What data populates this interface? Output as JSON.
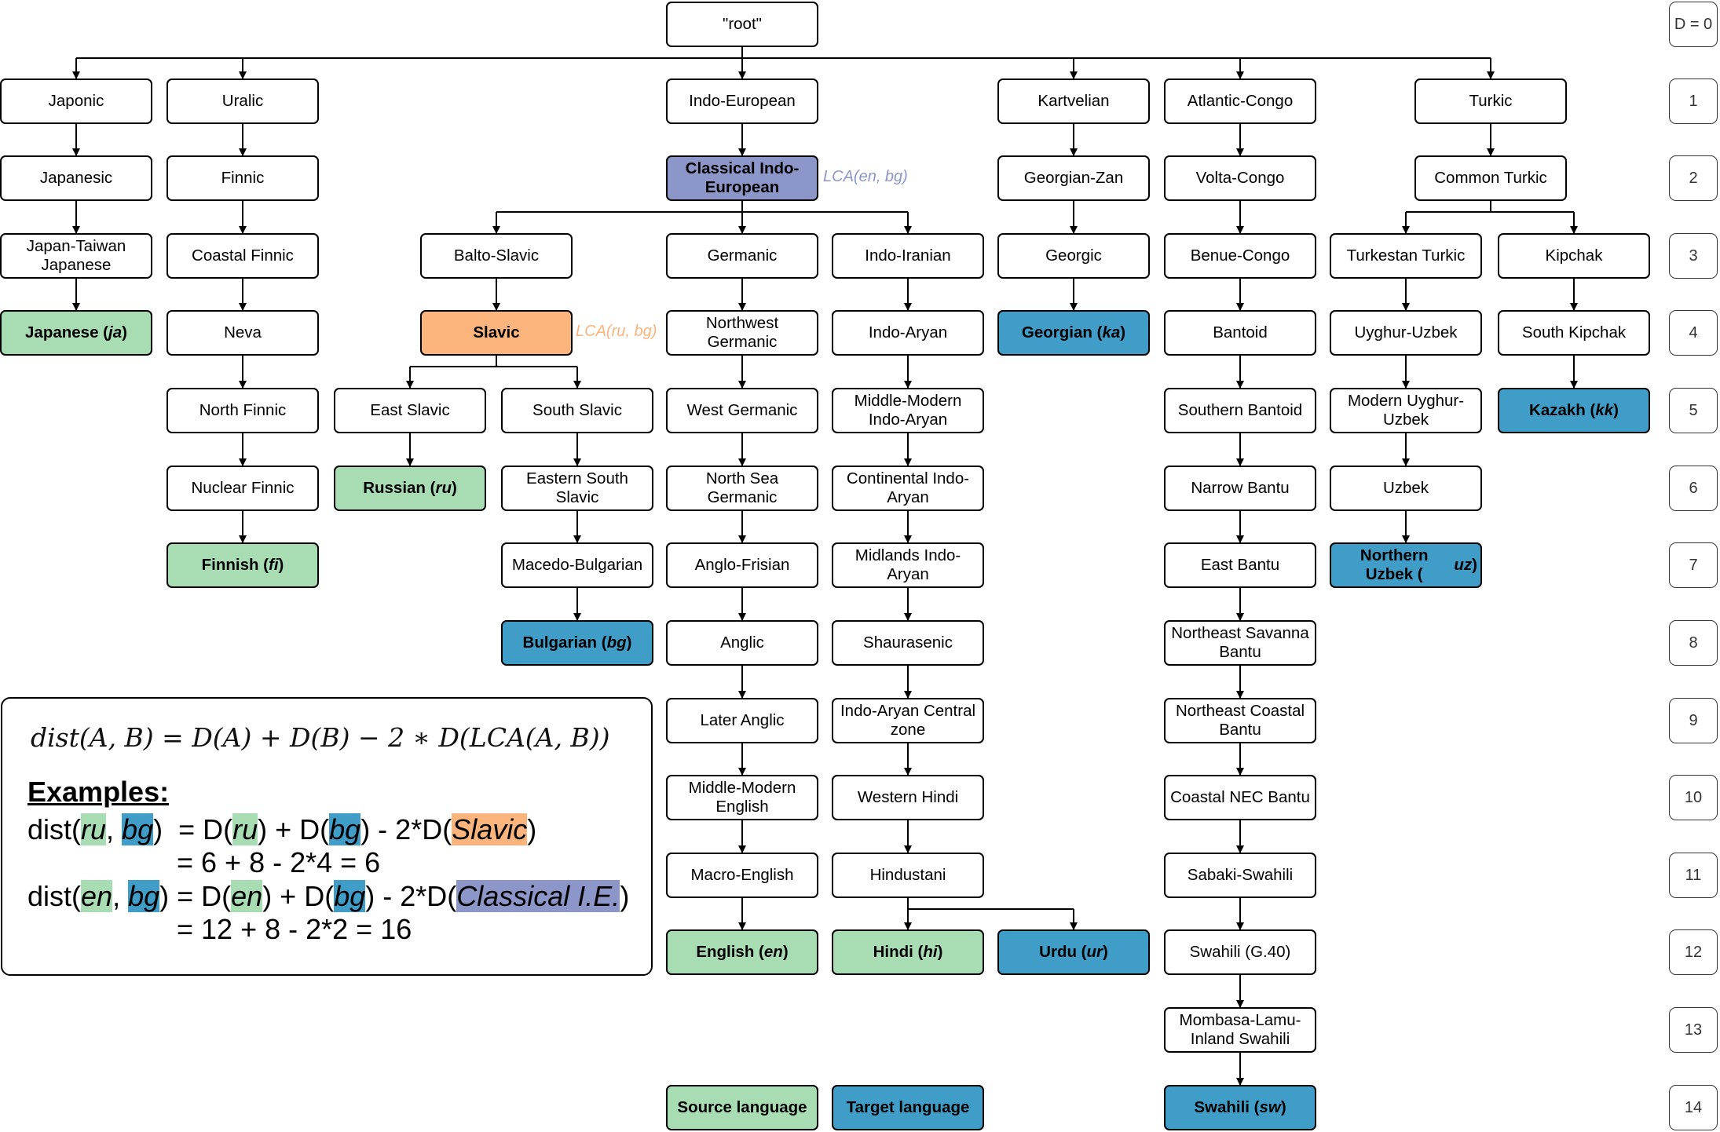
{
  "nodes": [
    {
      "id": "root",
      "label": "\"root\"",
      "kind": "plain"
    },
    {
      "id": "japonic",
      "label": "Japonic",
      "kind": "plain",
      "parent": "root"
    },
    {
      "id": "uralic",
      "label": "Uralic",
      "kind": "plain",
      "parent": "root"
    },
    {
      "id": "ie",
      "label": "Indo-European",
      "kind": "plain",
      "parent": "root"
    },
    {
      "id": "kartvelian",
      "label": "Kartvelian",
      "kind": "plain",
      "parent": "root"
    },
    {
      "id": "atlcongo",
      "label": "Atlantic-Congo",
      "kind": "plain",
      "parent": "root"
    },
    {
      "id": "turkic",
      "label": "Turkic",
      "kind": "plain",
      "parent": "root"
    },
    {
      "id": "japanesic",
      "label": "Japanesic",
      "kind": "plain",
      "parent": "japonic"
    },
    {
      "id": "finnic",
      "label": "Finnic",
      "kind": "plain",
      "parent": "uralic"
    },
    {
      "id": "classie",
      "label": "Classical Indo-European",
      "kind": "lca-ie",
      "parent": "ie"
    },
    {
      "id": "georgianzan",
      "label": "Georgian-Zan",
      "kind": "plain",
      "parent": "kartvelian"
    },
    {
      "id": "voltacongo",
      "label": "Volta-Congo",
      "kind": "plain",
      "parent": "atlcongo"
    },
    {
      "id": "commonturkic",
      "label": "Common Turkic",
      "kind": "plain",
      "parent": "turkic"
    },
    {
      "id": "jtj",
      "label": "Japan-Taiwan Japanese",
      "kind": "plain",
      "parent": "japanesic"
    },
    {
      "id": "coastalfinnic",
      "label": "Coastal Finnic",
      "kind": "plain",
      "parent": "finnic"
    },
    {
      "id": "baltoslavic",
      "label": "Balto-Slavic",
      "kind": "plain",
      "parent": "classie"
    },
    {
      "id": "germanic",
      "label": "Germanic",
      "kind": "plain",
      "parent": "classie"
    },
    {
      "id": "indoiranian",
      "label": "Indo-Iranian",
      "kind": "plain",
      "parent": "classie"
    },
    {
      "id": "georgic",
      "label": "Georgic",
      "kind": "plain",
      "parent": "georgianzan"
    },
    {
      "id": "benuecongo",
      "label": "Benue-Congo",
      "kind": "plain",
      "parent": "voltacongo"
    },
    {
      "id": "turkestan",
      "label": "Turkestan Turkic",
      "kind": "plain",
      "parent": "commonturkic"
    },
    {
      "id": "kipchak",
      "label": "Kipchak",
      "kind": "plain",
      "parent": "commonturkic"
    },
    {
      "id": "japanese",
      "label": "Japanese (ja)",
      "kind": "source",
      "parent": "jtj"
    },
    {
      "id": "neva",
      "label": "Neva",
      "kind": "plain",
      "parent": "coastalfinnic"
    },
    {
      "id": "slavic",
      "label": "Slavic",
      "kind": "lca-slavic",
      "parent": "baltoslavic"
    },
    {
      "id": "nwgermanic",
      "label": "Northwest Germanic",
      "kind": "plain",
      "parent": "germanic"
    },
    {
      "id": "indoaryan",
      "label": "Indo-Aryan",
      "kind": "plain",
      "parent": "indoiranian"
    },
    {
      "id": "georgian",
      "label": "Georgian (ka)",
      "kind": "target",
      "parent": "georgic"
    },
    {
      "id": "bantoid",
      "label": "Bantoid",
      "kind": "plain",
      "parent": "benuecongo"
    },
    {
      "id": "uyghuruzbek",
      "label": "Uyghur-Uzbek",
      "kind": "plain",
      "parent": "turkestan"
    },
    {
      "id": "southkipchak",
      "label": "South Kipchak",
      "kind": "plain",
      "parent": "kipchak"
    },
    {
      "id": "northfinnic",
      "label": "North Finnic",
      "kind": "plain",
      "parent": "neva"
    },
    {
      "id": "eastslavic",
      "label": "East Slavic",
      "kind": "plain",
      "parent": "slavic"
    },
    {
      "id": "southslavic",
      "label": "South Slavic",
      "kind": "plain",
      "parent": "slavic"
    },
    {
      "id": "westgermanic",
      "label": "West Germanic",
      "kind": "plain",
      "parent": "nwgermanic"
    },
    {
      "id": "mmia",
      "label": "Middle-Modern Indo-Aryan",
      "kind": "plain",
      "parent": "indoaryan"
    },
    {
      "id": "southernbantoid",
      "label": "Southern Bantoid",
      "kind": "plain",
      "parent": "bantoid"
    },
    {
      "id": "moduyghur",
      "label": "Modern Uyghur-Uzbek",
      "kind": "plain",
      "parent": "uyghuruzbek"
    },
    {
      "id": "kazakh",
      "label": "Kazakh (kk)",
      "kind": "target",
      "parent": "southkipchak"
    },
    {
      "id": "nuclearfinnic",
      "label": "Nuclear Finnic",
      "kind": "plain",
      "parent": "northfinnic"
    },
    {
      "id": "russian",
      "label": "Russian (ru)",
      "kind": "source",
      "parent": "eastslavic"
    },
    {
      "id": "esslavic",
      "label": "Eastern South Slavic",
      "kind": "plain",
      "parent": "southslavic"
    },
    {
      "id": "nsgermanic",
      "label": "North Sea Germanic",
      "kind": "plain",
      "parent": "westgermanic"
    },
    {
      "id": "contia",
      "label": "Continental Indo-Aryan",
      "kind": "plain",
      "parent": "mmia"
    },
    {
      "id": "narrowbantu",
      "label": "Narrow Bantu",
      "kind": "plain",
      "parent": "southernbantoid"
    },
    {
      "id": "uzbek",
      "label": "Uzbek",
      "kind": "plain",
      "parent": "moduyghur"
    },
    {
      "id": "finnish",
      "label": "Finnish (fi)",
      "kind": "source",
      "parent": "nuclearfinnic"
    },
    {
      "id": "macedobulg",
      "label": "Macedo-Bulgarian",
      "kind": "plain",
      "parent": "esslavic"
    },
    {
      "id": "anglofrisian",
      "label": "Anglo-Frisian",
      "kind": "plain",
      "parent": "nsgermanic"
    },
    {
      "id": "midlandsia",
      "label": "Midlands Indo-Aryan",
      "kind": "plain",
      "parent": "contia"
    },
    {
      "id": "eastbantu",
      "label": "East Bantu",
      "kind": "plain",
      "parent": "narrowbantu"
    },
    {
      "id": "northernuzbek",
      "label": "Northern Uzbek (uz)",
      "kind": "target",
      "parent": "uzbek"
    },
    {
      "id": "bulgarian",
      "label": "Bulgarian (bg)",
      "kind": "target",
      "parent": "macedobulg"
    },
    {
      "id": "anglic",
      "label": "Anglic",
      "kind": "plain",
      "parent": "anglofrisian"
    },
    {
      "id": "shaurasenic",
      "label": "Shaurasenic",
      "kind": "plain",
      "parent": "midlandsia"
    },
    {
      "id": "nesavanna",
      "label": "Northeast Savanna Bantu",
      "kind": "plain",
      "parent": "eastbantu"
    },
    {
      "id": "lateranglic",
      "label": "Later Anglic",
      "kind": "plain",
      "parent": "anglic"
    },
    {
      "id": "iacentral",
      "label": "Indo-Aryan Central zone",
      "kind": "plain",
      "parent": "shaurasenic"
    },
    {
      "id": "necoastal",
      "label": "Northeast Coastal Bantu",
      "kind": "plain",
      "parent": "nesavanna"
    },
    {
      "id": "mmenglish",
      "label": "Middle-Modern English",
      "kind": "plain",
      "parent": "lateranglic"
    },
    {
      "id": "westernhindi",
      "label": "Western Hindi",
      "kind": "plain",
      "parent": "iacentral"
    },
    {
      "id": "coastalnec",
      "label": "Coastal NEC Bantu",
      "kind": "plain",
      "parent": "necoastal"
    },
    {
      "id": "macroenglish",
      "label": "Macro-English",
      "kind": "plain",
      "parent": "mmenglish"
    },
    {
      "id": "hindustani",
      "label": "Hindustani",
      "kind": "plain",
      "parent": "westernhindi"
    },
    {
      "id": "sabaki",
      "label": "Sabaki-Swahili",
      "kind": "plain",
      "parent": "coastalnec"
    },
    {
      "id": "english",
      "label": "English (en)",
      "kind": "source",
      "parent": "macroenglish"
    },
    {
      "id": "hindi",
      "label": "Hindi (hi)",
      "kind": "source",
      "parent": "hindustani"
    },
    {
      "id": "urdu",
      "label": "Urdu (ur)",
      "kind": "target",
      "parent": "hindustani"
    },
    {
      "id": "swahiliG40",
      "label": "Swahili (G.40)",
      "kind": "plain",
      "parent": "sabaki"
    },
    {
      "id": "mombasa",
      "label": "Mombasa-Lamu-Inland Swahili",
      "kind": "plain",
      "parent": "swahiliG40"
    },
    {
      "id": "swahili",
      "label": "Swahili (sw)",
      "kind": "target",
      "parent": "mombasa"
    },
    {
      "id": "legend_source",
      "label": "Source language",
      "kind": "source"
    },
    {
      "id": "legend_target",
      "label": "Target language",
      "kind": "target"
    }
  ],
  "depth_labels": [
    "D = 0",
    "1",
    "2",
    "3",
    "4",
    "5",
    "6",
    "7",
    "8",
    "9",
    "10",
    "11",
    "12",
    "13",
    "14"
  ],
  "lca_labels": {
    "ie": {
      "text": "LCA(en, bg)",
      "color": "#8c96c8"
    },
    "slavic": {
      "text": "LCA(ru, bg)",
      "color": "#fbb57c"
    }
  },
  "formula": "dist(A, B) = D(A) + D(B) − 2 ∗ D(LCA(A, B))",
  "examples_title": "Examples:",
  "examples": {
    "ex1": {
      "prefix": "dist(",
      "a": "ru",
      "sep": ", ",
      "b": "bg",
      "mid1": ")  = D(",
      "a2": "ru",
      "mid2": ") + D(",
      "b2": "bg",
      "mid3": ") - 2*D(",
      "lca": "Slavic",
      "suffix": ")",
      "line2": "= 6 + 8 - 2*4 = 6"
    },
    "ex2": {
      "prefix": "dist(",
      "a": "en",
      "sep": ", ",
      "b": "bg",
      "mid1": ") = D(",
      "a2": "en",
      "mid2": ") + D(",
      "b2": "bg",
      "mid3": ") - 2*D(",
      "lca": "Classical I.E.",
      "suffix": ")",
      "line2": "= 12 + 8 - 2*2 = 16"
    }
  },
  "colors": {
    "source": "#a8dcb2",
    "target": "#3f9dc8",
    "lca_slavic": "#fbb57c",
    "lca_ie": "#8c96c8"
  }
}
